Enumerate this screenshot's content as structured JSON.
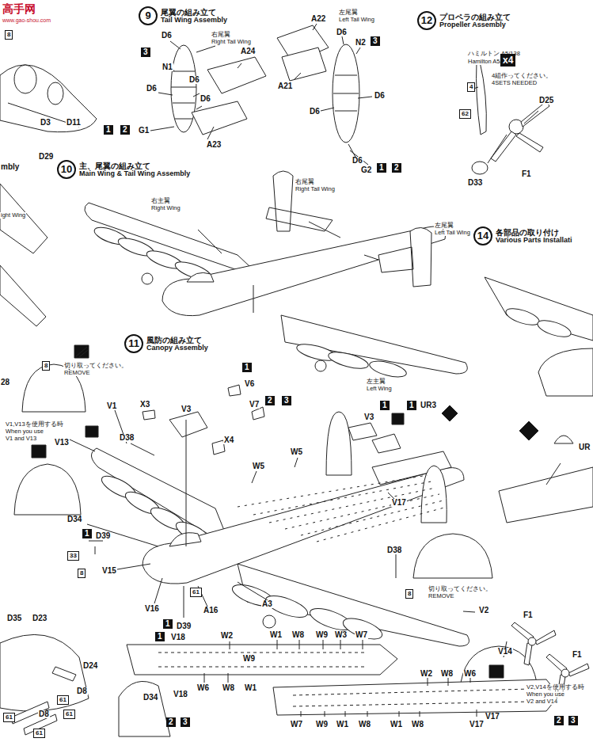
{
  "diagram": {
    "nodes": [
      {
        "text": [
          "9",
          "尾翼の組み立て",
          "Tail Wing Assembly"
        ]
      },
      {
        "text": [
          "12",
          "プロペラの組み立て",
          "Propeller Assembly"
        ]
      },
      {
        "text": [
          "10",
          "主、尾翼の組み立て",
          "Main Wing & Tail Wing Assembly"
        ]
      },
      {
        "text": [
          "14",
          "各部品の取り付け",
          "Various Parts Installati"
        ]
      },
      {
        "text": [
          "11",
          "風防の組み立て",
          "Canopy Assembly"
        ]
      }
    ],
    "labels": [
      "高手网",
      "www.gao-shou.com",
      "8",
      "D3",
      "D11",
      "D29",
      "mbly",
      "ight Wing",
      "D6",
      "右尾翼",
      "Right Tail Wing",
      "3",
      "N1",
      "A24",
      "D6",
      "D6",
      "D6",
      "1",
      "2",
      "G1",
      "A23",
      "A22",
      "左尾翼",
      "Left Tail Wing",
      "D6",
      "N2",
      "3",
      "A21",
      "D6",
      "D6",
      "D6",
      "G2",
      "1",
      "2",
      "ハミルトン A5/138",
      "Hamilton A5/138",
      "4",
      "x4",
      "4組作ってください。",
      "4SETS NEEDED",
      "D25",
      "62",
      "D33",
      "F1",
      "右主翼",
      "Right Wing",
      "右尾翼",
      "Right Tail Wing",
      "左尾翼",
      "Left Tail Wing",
      "左主翼",
      "Left Wing",
      "8",
      "切り取ってください。",
      "REMOVE",
      "28",
      "V1",
      "V1,V13を使用する時",
      "When you use",
      "V1 and V13",
      "V13",
      "X3",
      "V3",
      "1",
      "V6",
      "V7",
      "2",
      "3",
      "X4",
      "D38",
      "V3",
      "1",
      "1",
      "UR3",
      "W5",
      "W5",
      "V17",
      "D34",
      "1",
      "D39",
      "33",
      "8",
      "V15",
      "V16",
      "1",
      "D39",
      "61",
      "A16",
      "A3",
      "D38",
      "8",
      "切り取ってください。",
      "REMOVE",
      "V2",
      "V14",
      "V2,V14を使用する時",
      "When you use",
      "V2 and V14",
      "F1",
      "F1",
      "D35",
      "D23",
      "D24",
      "D8",
      "D8",
      "61",
      "61",
      "61",
      "61",
      "1",
      "V18",
      "W2",
      "W1",
      "W8",
      "W9",
      "W3",
      "W7",
      "W6",
      "W8",
      "W9",
      "W1",
      "D34",
      "V18",
      "2",
      "3",
      "W2",
      "W8",
      "W6",
      "V17",
      "W7",
      "W9",
      "W1",
      "W8",
      "W1",
      "W8",
      "V17",
      "2",
      "3",
      "UR"
    ]
  }
}
